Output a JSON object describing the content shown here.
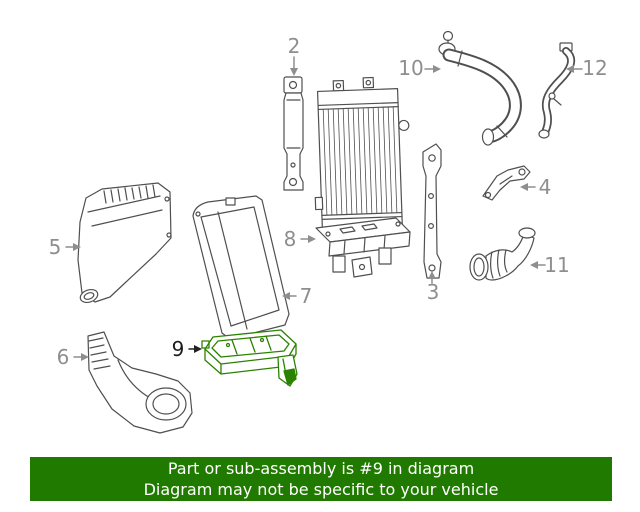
{
  "colors": {
    "banner_bg": "#217A00",
    "highlight_part": "#2B8200",
    "callout": "#8E8E8E",
    "callout_active": "#1C1C1C"
  },
  "callouts": {
    "c2": "2",
    "c3": "3",
    "c4": "4",
    "c5": "5",
    "c6": "6",
    "c7": "7",
    "c8": "8",
    "c9": "9",
    "c10": "10",
    "c11": "11",
    "c12": "12"
  },
  "banner": {
    "line1": "Part or sub-assembly is #9 in diagram",
    "line2": "Diagram may not be specific to your vehicle"
  }
}
